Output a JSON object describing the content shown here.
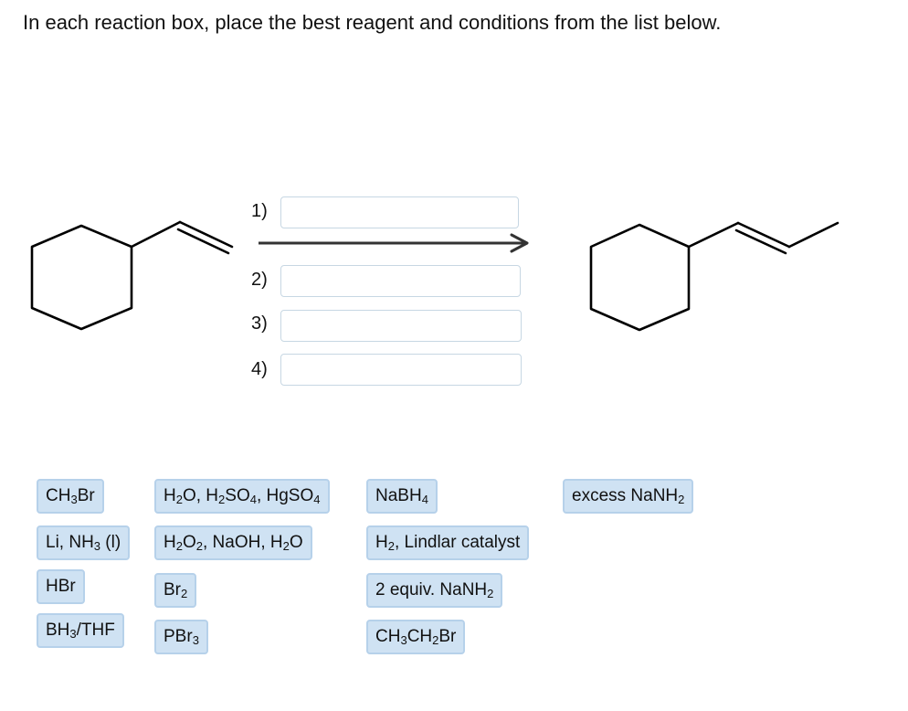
{
  "instruction": "In each reaction box, place the best reagent and conditions from the list below.",
  "steps": [
    {
      "label": "1)"
    },
    {
      "label": "2)"
    },
    {
      "label": "3)"
    },
    {
      "label": "4)"
    }
  ],
  "reagents": [
    {
      "id": "ch3br",
      "parts": [
        [
          "CH",
          ""
        ],
        [
          "3",
          "sub"
        ],
        [
          "Br",
          ""
        ]
      ]
    },
    {
      "id": "h2o-h2so4-hgso4",
      "parts": [
        [
          "H",
          ""
        ],
        [
          "2",
          "sub"
        ],
        [
          "O, H",
          ""
        ],
        [
          "2",
          "sub"
        ],
        [
          "SO",
          ""
        ],
        [
          "4",
          "sub"
        ],
        [
          ", HgSO",
          ""
        ],
        [
          "4",
          "sub"
        ]
      ]
    },
    {
      "id": "nabh4",
      "parts": [
        [
          "NaBH",
          ""
        ],
        [
          "4",
          "sub"
        ]
      ]
    },
    {
      "id": "excess-nanh2",
      "parts": [
        [
          "excess NaNH",
          ""
        ],
        [
          "2",
          "sub"
        ]
      ]
    },
    {
      "id": "li-nh3",
      "parts": [
        [
          "Li, NH",
          ""
        ],
        [
          "3",
          "sub"
        ],
        [
          " (l)",
          ""
        ]
      ]
    },
    {
      "id": "h2o2-naoh-h2o",
      "parts": [
        [
          "H",
          ""
        ],
        [
          "2",
          "sub"
        ],
        [
          "O",
          ""
        ],
        [
          "2",
          "sub"
        ],
        [
          ", NaOH, H",
          ""
        ],
        [
          "2",
          "sub"
        ],
        [
          "O",
          ""
        ]
      ]
    },
    {
      "id": "h2-lindlar",
      "parts": [
        [
          "H",
          ""
        ],
        [
          "2",
          "sub"
        ],
        [
          ", Lindlar catalyst",
          ""
        ]
      ]
    },
    {
      "id": "hbr",
      "parts": [
        [
          "HBr",
          ""
        ]
      ]
    },
    {
      "id": "br2",
      "parts": [
        [
          "Br",
          ""
        ],
        [
          "2",
          "sub"
        ]
      ]
    },
    {
      "id": "two-equiv-nanh2",
      "parts": [
        [
          "2 equiv. NaNH",
          ""
        ],
        [
          "2",
          "sub"
        ]
      ]
    },
    {
      "id": "bh3-thf",
      "parts": [
        [
          "BH",
          ""
        ],
        [
          "3",
          "sub"
        ],
        [
          "/THF",
          ""
        ]
      ]
    },
    {
      "id": "pbr3",
      "parts": [
        [
          "PBr",
          ""
        ],
        [
          "3",
          "sub"
        ]
      ]
    },
    {
      "id": "ch3ch2br",
      "parts": [
        [
          "CH",
          ""
        ],
        [
          "3",
          "sub"
        ],
        [
          "CH",
          ""
        ],
        [
          "2",
          "sub"
        ],
        [
          "Br",
          ""
        ]
      ]
    }
  ],
  "colors": {
    "tile_bg": "#cfe2f3",
    "tile_border": "#b6d1ea",
    "drop_border": "#c7d7e3",
    "arrow": "#333333"
  }
}
